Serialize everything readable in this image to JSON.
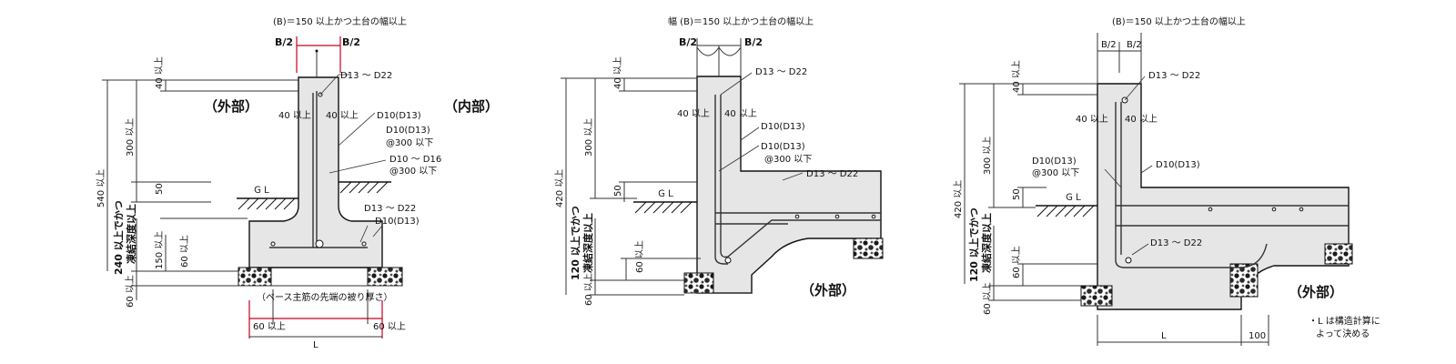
{
  "d1": {
    "top_title": "(B)＝150 以上かつ土台の幅以上",
    "b_half_left": "B/2",
    "b_half_right": "B/2",
    "rebar_main": "D13 ～ D22",
    "outside": "（外部）",
    "inside": "（内部）",
    "cover_left": "40 以上",
    "cover_right": "40 以上",
    "d10_d13": "D10(D13)",
    "d10_d13_b": "D10(D13)",
    "pitch1": "@300 以下",
    "d10_d16": "D10 ～ D16",
    "pitch2": "@300 以下",
    "gl": "ＧＬ",
    "footing_main": "D13 ～ D22",
    "footing_d10": "D10(D13)",
    "v_40": "40 以上",
    "v_300": "300 以上",
    "v_540": "540 以上",
    "v_50": "50",
    "v_240_a": "240 以上でかつ",
    "v_240_b": "凍結深度以上",
    "v_150": "150 以上",
    "v_60a": "60 以上",
    "v_60b": "60 以上",
    "base_note": "（ベース主筋の先端の被り厚さ）",
    "b60_left": "60 以上",
    "b60_right": "60 以上",
    "l": "L"
  },
  "d2": {
    "top_title": "幅 (B)＝150 以上かつ土台の幅以上",
    "b_half_left": "B/2",
    "b_half_right": "B/2",
    "rebar_main": "D13 ～ D22",
    "cover_left": "40 以上",
    "cover_right": "40 以上",
    "d10_d13a": "D10(D13)",
    "d10_d13b": "D10(D13)",
    "pitch": "@300 以下",
    "slab_main": "D13 ～ D22",
    "gl": "ＧＬ",
    "outside": "（外部）",
    "v_40": "40 以上",
    "v_300": "300 以上",
    "v_420": "420 以上",
    "v_50": "50",
    "v_120_a": "120 以上でかつ",
    "v_120_b": "凍結深度以上",
    "v_60a": "60 以上",
    "v_60b": "60 以上"
  },
  "d3": {
    "top_title": "(B)＝150 以上かつ土台の幅以上",
    "b_half_left": "B/2",
    "b_half_right": "B/2",
    "rebar_main": "D13 ～ D22",
    "cover_left": "40 以上",
    "cover_right": "40 以上",
    "d10_left_a": "D10(D13)",
    "d10_left_b": "@300 以下",
    "d10_right": "D10(D13)",
    "gl": "ＧＬ",
    "slab_main": "D13 ～ D22",
    "outside": "（外部）",
    "note_a": "・L は構造計算に",
    "note_b": "よって決める",
    "v_40": "40 以上",
    "v_300": "300 以上",
    "v_420": "420 以上",
    "v_50": "50",
    "v_120_a": "120 以上でかつ",
    "v_120_b": "凍結深度以上",
    "v_60a": "60 以上",
    "v_60b": "60 以上",
    "l": "L",
    "v100": "100"
  }
}
